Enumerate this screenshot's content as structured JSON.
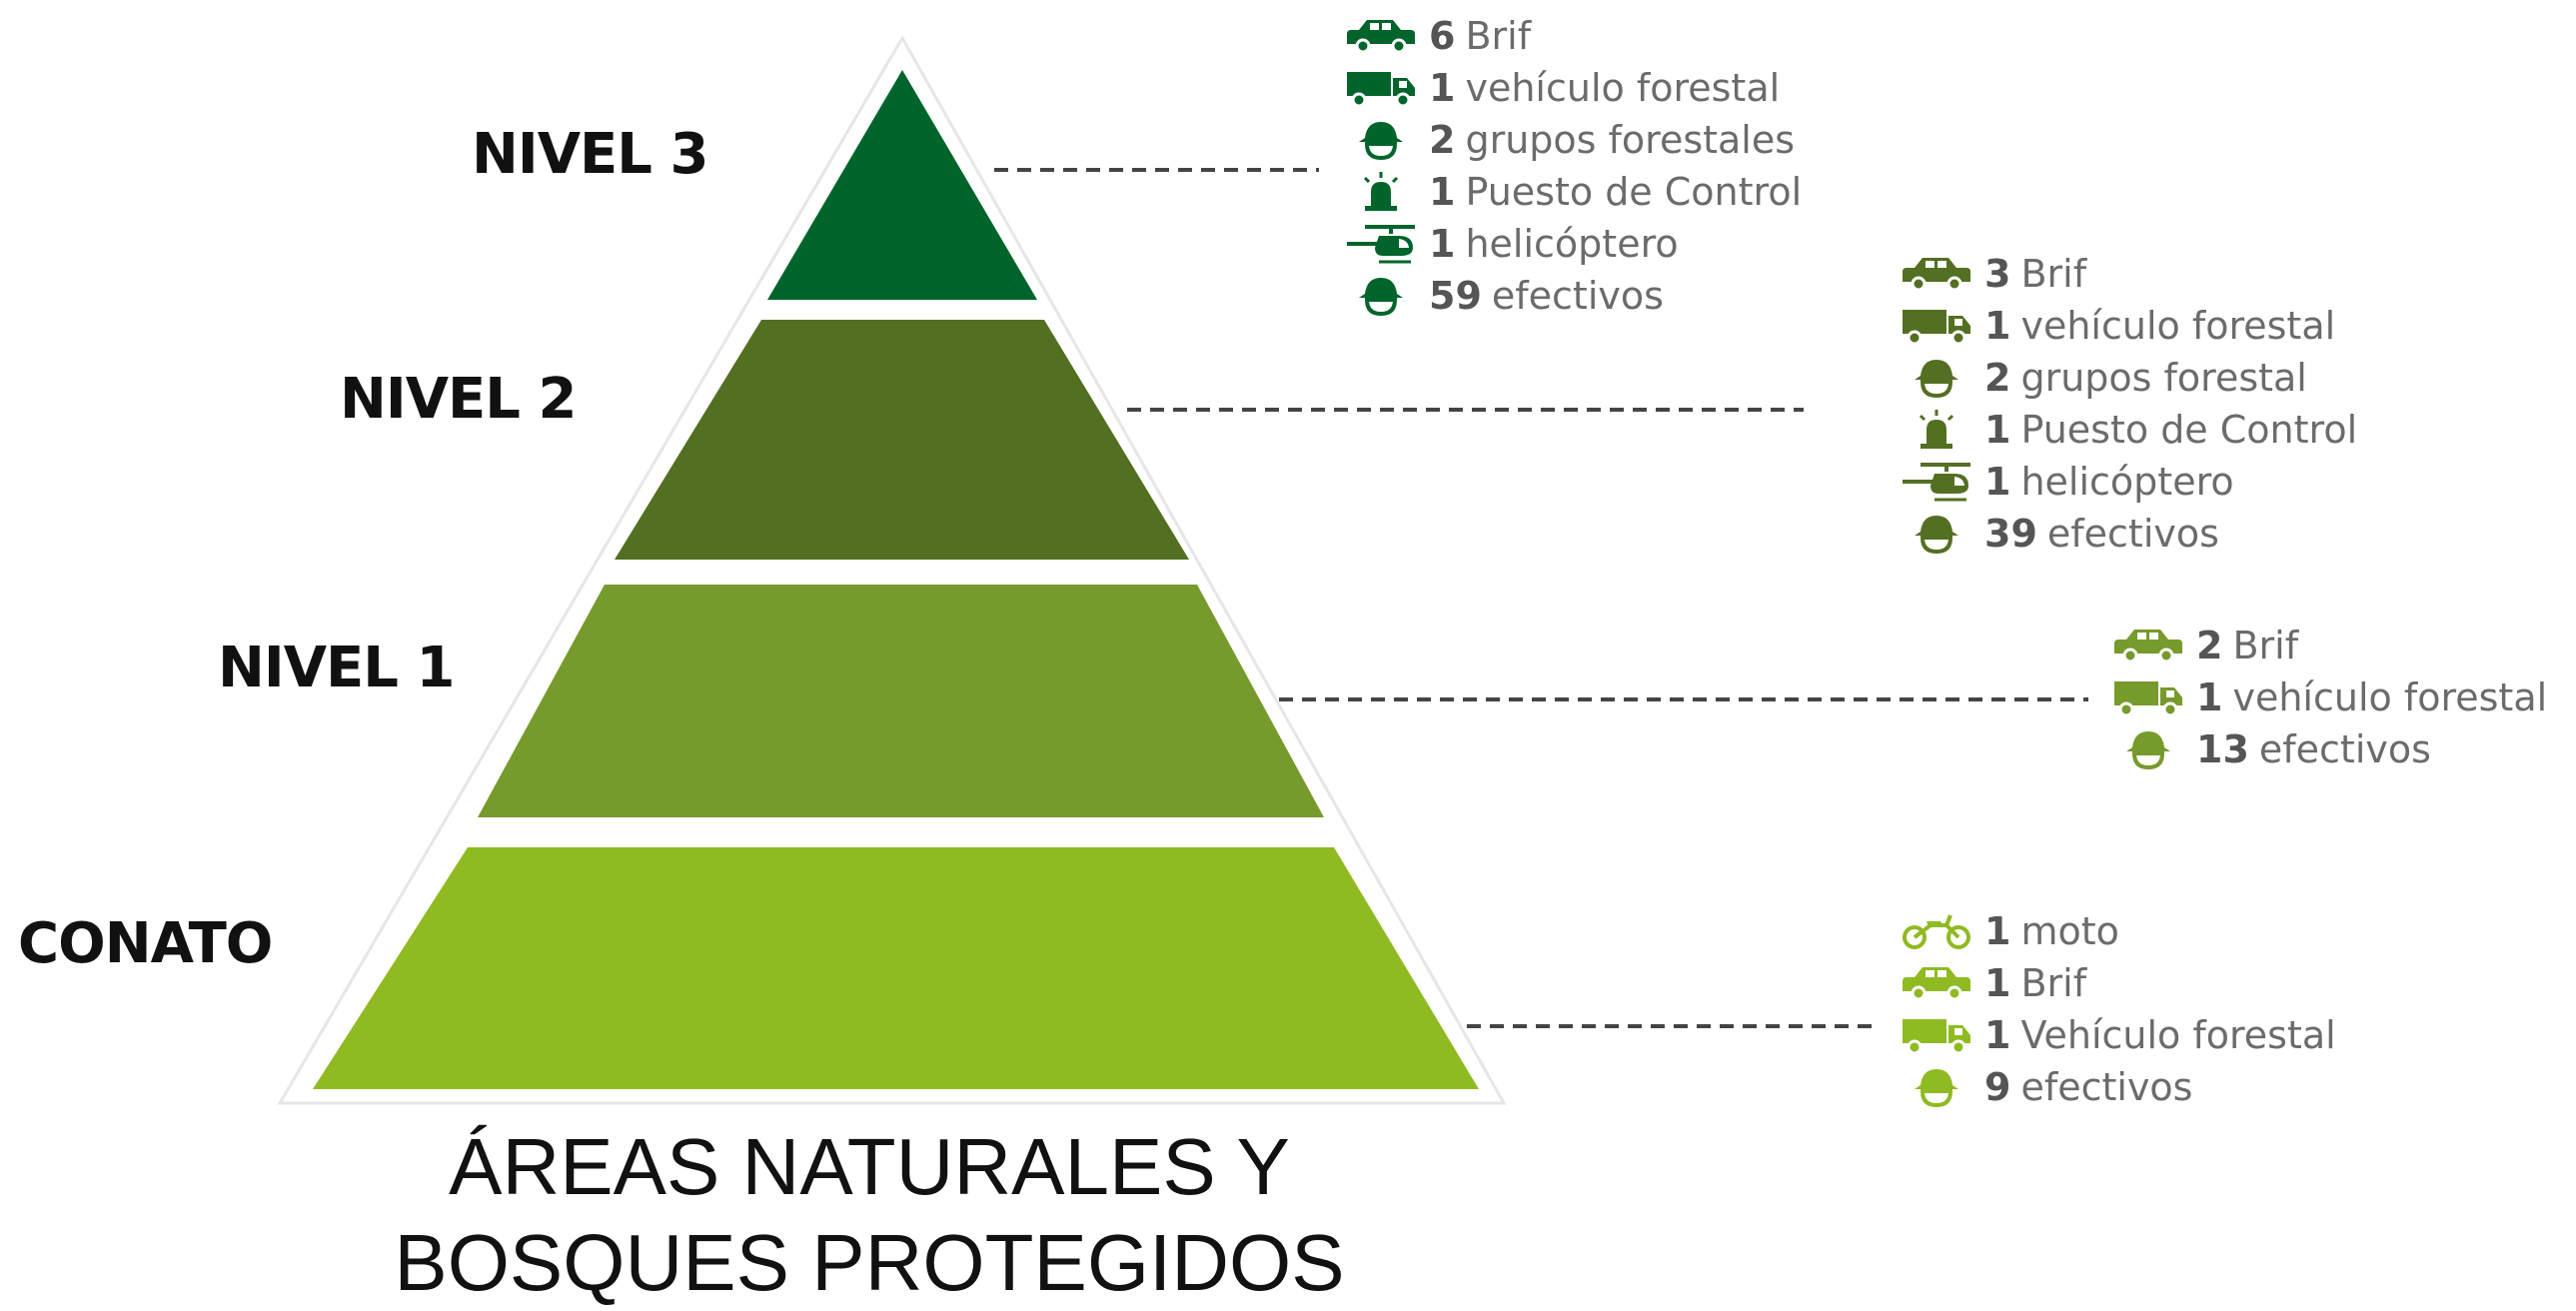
{
  "colors": {
    "nivel3": "#01652b",
    "nivel2": "#536f22",
    "nivel1": "#769a2b",
    "conato": "#8fba22",
    "text_gray": "#6b6b6b",
    "dash": "#444444"
  },
  "levels": [
    {
      "label": "NIVEL 3",
      "color": "#01652b",
      "resources": [
        {
          "icon": "car-icon",
          "count": "6",
          "text": "Brif"
        },
        {
          "icon": "truck-icon",
          "count": "1",
          "text": "vehículo forestal"
        },
        {
          "icon": "firefighter-icon",
          "count": "2",
          "text": "grupos forestales"
        },
        {
          "icon": "siren-icon",
          "count": "1",
          "text": "Puesto de Control"
        },
        {
          "icon": "helicopter-icon",
          "count": "1",
          "text": "helicóptero"
        },
        {
          "icon": "firefighter-icon",
          "count": "59",
          "text": "efectivos"
        }
      ]
    },
    {
      "label": "NIVEL 2",
      "color": "#536f22",
      "resources": [
        {
          "icon": "car-icon",
          "count": "3",
          "text": "Brif"
        },
        {
          "icon": "truck-icon",
          "count": "1",
          "text": "vehículo forestal"
        },
        {
          "icon": "firefighter-icon",
          "count": "2",
          "text": "grupos forestal"
        },
        {
          "icon": "siren-icon",
          "count": "1",
          "text": "Puesto de Control"
        },
        {
          "icon": "helicopter-icon",
          "count": "1",
          "text": "helicóptero"
        },
        {
          "icon": "firefighter-icon",
          "count": "39",
          "text": "efectivos"
        }
      ]
    },
    {
      "label": "NIVEL 1",
      "color": "#769a2b",
      "resources": [
        {
          "icon": "car-icon",
          "count": "2",
          "text": "Brif"
        },
        {
          "icon": "truck-icon",
          "count": "1",
          "text": "vehículo forestal"
        },
        {
          "icon": "firefighter-icon",
          "count": "13",
          "text": "efectivos"
        }
      ]
    },
    {
      "label": "CONATO",
      "color": "#8fba22",
      "resources": [
        {
          "icon": "motorbike-icon",
          "count": "1",
          "text": "moto"
        },
        {
          "icon": "car-icon",
          "count": "1",
          "text": "Brif"
        },
        {
          "icon": "truck-icon",
          "count": "1",
          "text": "Vehículo forestal"
        },
        {
          "icon": "firefighter-icon",
          "count": "9",
          "text": "efectivos"
        }
      ]
    }
  ],
  "caption": {
    "line1": "ÁREAS NATURALES Y",
    "line2": "BOSQUES PROTEGIDOS"
  }
}
